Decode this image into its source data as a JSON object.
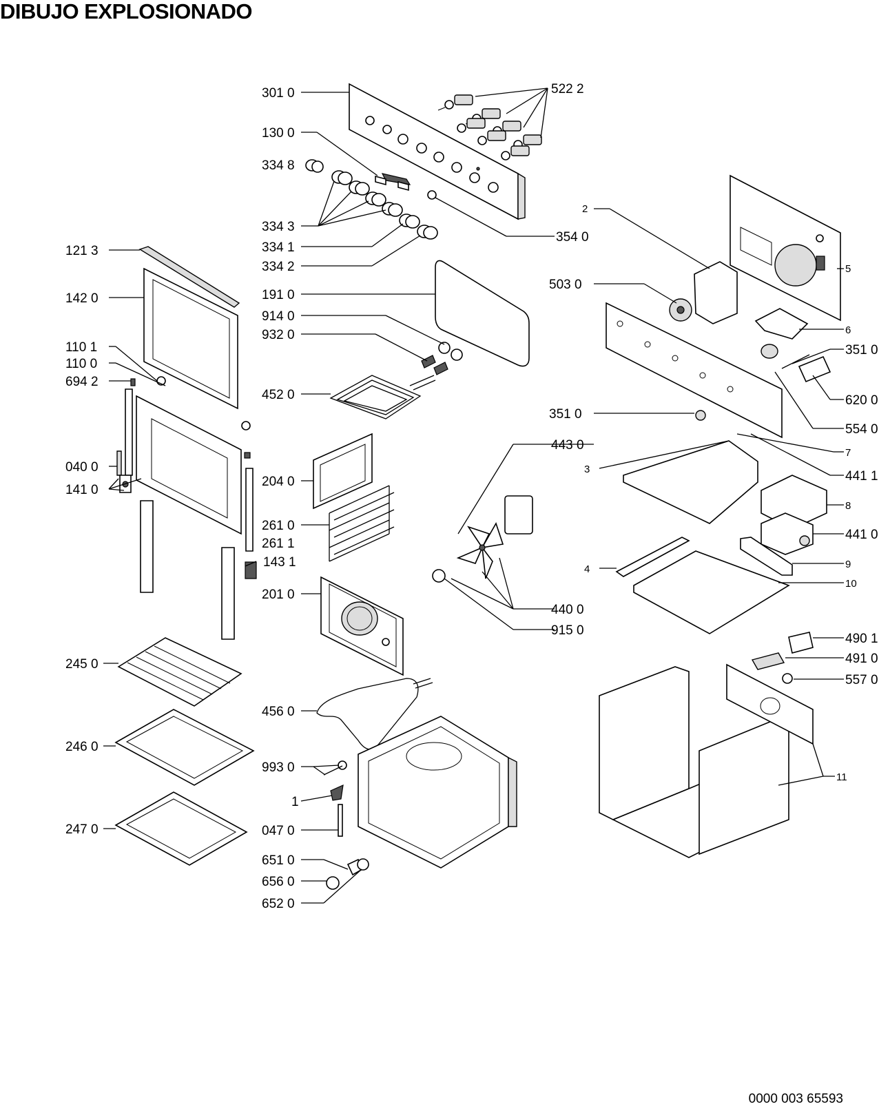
{
  "title": "DIBUJO EXPLOSIONADO",
  "document_number": "0000 003 65593",
  "labels": {
    "l3010": "301 0",
    "l5222": "522 2",
    "l1300": "130 0",
    "l3348": "334 8",
    "l3343": "334 3",
    "l3341": "334 1",
    "l3342": "334 2",
    "l3540": "354 0",
    "l1213": "121 3",
    "l1420": "142 0",
    "l1101": "110 1",
    "l1100": "110 0",
    "l6942": "694 2",
    "l0400": "040 0",
    "l1410": "141 0",
    "l1910": "191 0",
    "l9140": "914 0",
    "l9320": "932 0",
    "l4520": "452 0",
    "l2040": "204 0",
    "l2610": "261 0",
    "l2611": "261 1",
    "l1431": "143 1",
    "l2010": "201 0",
    "l2450": "245 0",
    "l2460": "246 0",
    "l2470": "247 0",
    "l4560": "456 0",
    "l9930": "993 0",
    "l1": "1",
    "l0470": "047 0",
    "l6510": "651 0",
    "l6560": "656 0",
    "l6520": "652 0",
    "l2": "2",
    "l5030": "503 0",
    "l5": "5",
    "l6": "6",
    "l3510a": "351 0",
    "l6200": "620 0",
    "l3510b": "351 0",
    "l5540": "554 0",
    "l7": "7",
    "l4430": "443 0",
    "l3": "3",
    "l4411": "441 1",
    "l8": "8",
    "l4410": "441 0",
    "l4": "4",
    "l9": "9",
    "l10": "10",
    "l4400": "440 0",
    "l9150": "915 0",
    "l4901": "490 1",
    "l4910": "491 0",
    "l5570": "557 0",
    "l11": "11"
  }
}
